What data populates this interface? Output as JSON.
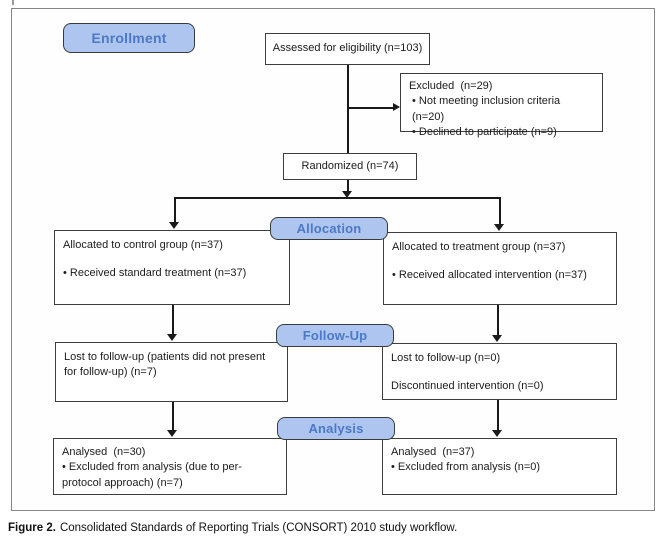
{
  "figure": {
    "stages": {
      "enrollment": "Enrollment",
      "allocation": "Allocation",
      "followup": "Follow-Up",
      "analysis": "Analysis"
    },
    "boxes": {
      "assessed": "Assessed for eligibility (n=103)",
      "excluded": {
        "title": "Excluded  (n=29)",
        "items": [
          "Not meeting inclusion criteria (n=20)",
          "Declined to participate (n=9)"
        ]
      },
      "randomized": "Randomized (n=74)",
      "control_allocation": {
        "title": "Allocated to control group (n=37)",
        "items": [
          "Received standard treatment (n=37)"
        ]
      },
      "treatment_allocation": {
        "title": "Allocated to treatment group (n=37)",
        "items": [
          "Received allocated intervention (n=37)"
        ]
      },
      "control_followup": {
        "lines": [
          "Lost to follow-up (patients did not present for follow-up) (n=7)"
        ]
      },
      "treatment_followup": {
        "lines": [
          "Lost to follow-up (n=0)",
          "Discontinued intervention (n=0)"
        ]
      },
      "control_analysis": {
        "title": "Analysed  (n=30)",
        "items": [
          "Excluded from analysis (due to per-protocol approach) (n=7)"
        ]
      },
      "treatment_analysis": {
        "title": "Analysed  (n=37)",
        "items": [
          "Excluded from analysis (n=0)"
        ]
      }
    },
    "caption": {
      "label": "Figure 2.",
      "text": "Consolidated Standards of Reporting Trials (CONSORT) 2010 study workflow."
    },
    "colors": {
      "stage_fill": "#aec6ef",
      "stage_text": "#4b79c7",
      "stage_border": "#3a3a3a",
      "box_border": "#3d3d3d",
      "frame_border": "#868686",
      "line": "#1a1a1a"
    }
  }
}
